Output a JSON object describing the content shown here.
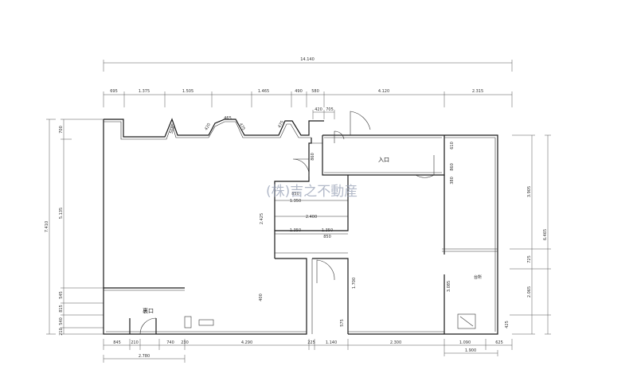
{
  "dimensions": {
    "overall_width": "14.140",
    "top": [
      "695",
      "1.375",
      "1.505",
      "1.465",
      "490",
      "580",
      "4.120",
      "2.315"
    ],
    "top_sub": [
      "420",
      "705"
    ],
    "bottom": [
      "845",
      "210",
      "740",
      "230",
      "4.290",
      "225",
      "1.140",
      "2.300",
      "1.090",
      "625"
    ],
    "bottom_sub": [
      "2.780",
      "1.900"
    ],
    "left_total": "7.410",
    "left": [
      "700",
      "5.135",
      "545",
      "815",
      "540",
      "210"
    ],
    "right_total": "6.465",
    "right": [
      "3.905",
      "725",
      "2.065",
      "425"
    ],
    "inner": {
      "bay": [
        "565",
        "420",
        "465",
        "475",
        "475"
      ],
      "entry_side": [
        "610",
        "860",
        "380"
      ],
      "corridor_v": "860",
      "hall": [
        "850",
        "1.350",
        "2.400",
        "1.350",
        "850",
        "2.425"
      ],
      "wc": "1.700",
      "rear": [
        "3.085",
        "575"
      ],
      "shop_v": "400"
    }
  },
  "rooms": {
    "entrance": "入口",
    "back_entrance": "裏口",
    "office": "台所"
  },
  "watermark": "(株)吉之不動産"
}
